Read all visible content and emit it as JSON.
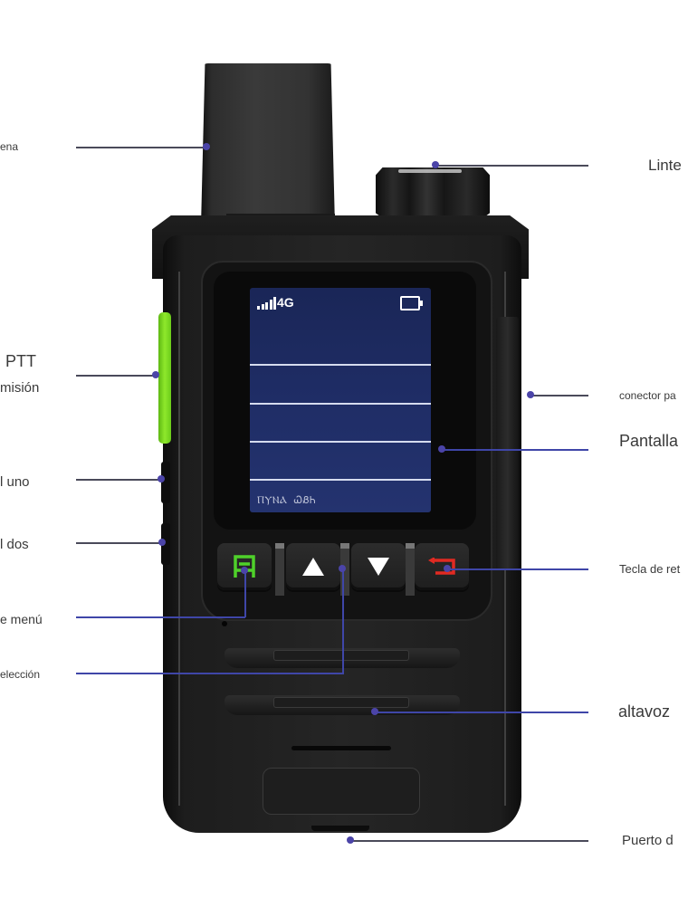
{
  "diagram": {
    "subject": "Two-way radio / walkie-talkie component diagram",
    "left_labels": [
      {
        "id": "antenna",
        "text": "ena"
      },
      {
        "id": "ptt",
        "line1": "PTT",
        "line2": "misión"
      },
      {
        "id": "side_key_1",
        "text": "l uno"
      },
      {
        "id": "side_key_2",
        "text": "l dos"
      },
      {
        "id": "menu_key",
        "text": "e menú"
      },
      {
        "id": "select_keys",
        "text": "elección"
      }
    ],
    "right_labels": [
      {
        "id": "flashlight",
        "text": "Linte"
      },
      {
        "id": "connector",
        "text": "conector pa"
      },
      {
        "id": "display",
        "text": "Pantalla"
      },
      {
        "id": "return_key",
        "text": "Tecla de ret"
      },
      {
        "id": "speaker",
        "text": "altavoz"
      },
      {
        "id": "port",
        "text": "Puerto d"
      }
    ],
    "screen": {
      "network": "4G",
      "signal_bars": 5,
      "battery": "full",
      "footer_text": "ⲠⲨⲚⲀ ᏇᏰᏂ"
    },
    "keys": [
      {
        "id": "menu",
        "icon": "menu-icon",
        "color": "#4fd12a"
      },
      {
        "id": "up",
        "icon": "triangle-up-icon",
        "color": "#ffffff"
      },
      {
        "id": "down",
        "icon": "triangle-down-icon",
        "color": "#ffffff"
      },
      {
        "id": "back",
        "icon": "return-icon",
        "color": "#e12a22"
      }
    ],
    "colors": {
      "leader_line": "#4a4a5a",
      "leader_dot": "#4b44a8",
      "ptt_green": "#7fdc22",
      "screen_blue": "#1f2d66"
    }
  }
}
